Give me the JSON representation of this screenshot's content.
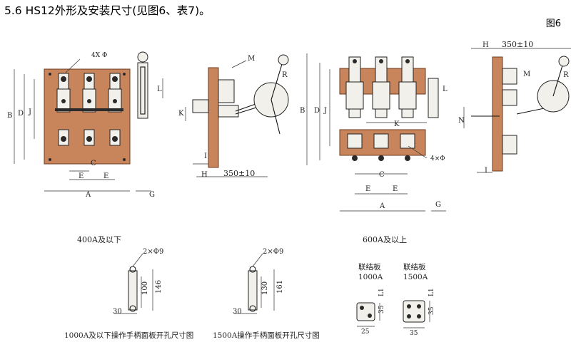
{
  "header": {
    "title": "5.6 HS12外形及安装尺寸(见图6、表7)。",
    "figure_no": "图6"
  },
  "left_front": {
    "caption": "400A及以下",
    "labels": {
      "b": "B",
      "d": "D",
      "j": "J",
      "a": "A",
      "c": "C",
      "e": "E",
      "g": "G",
      "l": "L",
      "holes": "4X Φ"
    }
  },
  "left_side": {
    "labels": {
      "m": "M",
      "r": "R",
      "k": "K",
      "i": "I",
      "h": "H",
      "dist": "350±10"
    }
  },
  "right_front": {
    "caption": "600A及以上",
    "labels": {
      "b": "B",
      "d": "D",
      "j": "J",
      "a": "A",
      "c": "C",
      "e": "E",
      "g": "G",
      "l": "L",
      "k": "K",
      "holes": "4×Φ"
    }
  },
  "right_side": {
    "labels": {
      "h": "H",
      "dist": "350±10",
      "m": "M",
      "r": "R",
      "n": "N",
      "i": "I"
    }
  },
  "cutout_small": {
    "caption": "1000A及以下操作手柄面板开孔尺寸图",
    "holes": "2×Φ9",
    "h1": "100",
    "h2": "146",
    "w": "30"
  },
  "cutout_large": {
    "caption": "1500A操作手柄面板开孔尺寸图",
    "holes": "2×Φ9",
    "h1": "130",
    "h2": "161",
    "w": "30"
  },
  "link_plate_1000": {
    "title": "联结板",
    "rating": "1000A",
    "dim_v": "35",
    "dim_h": "25",
    "l": "L1"
  },
  "link_plate_1500": {
    "title": "联结板",
    "rating": "1500A",
    "dim_v": "35",
    "dim_h": "35",
    "l": "L1"
  }
}
